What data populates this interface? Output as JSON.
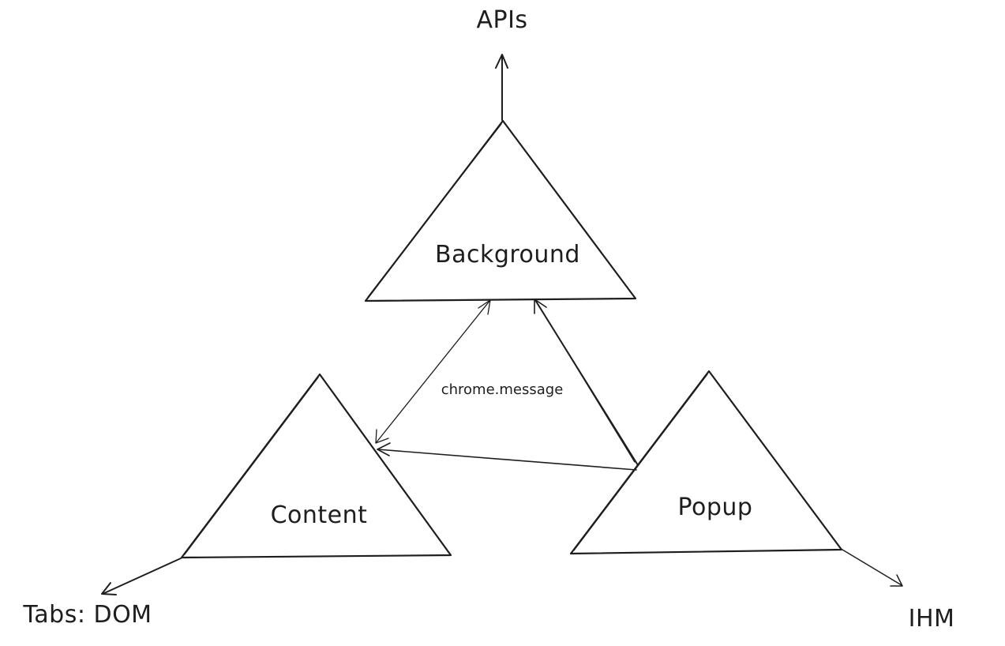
{
  "nodes": {
    "background": {
      "label": "Background"
    },
    "content": {
      "label": "Content"
    },
    "popup": {
      "label": "Popup"
    }
  },
  "edges": {
    "content_background": {
      "label": "chrome.message"
    }
  },
  "external": {
    "apis": "APIs",
    "tabs_dom": "Tabs: DOM",
    "ihm": "IHM"
  },
  "colors": {
    "stroke": "#1e1e1e",
    "background": "#ffffff"
  }
}
